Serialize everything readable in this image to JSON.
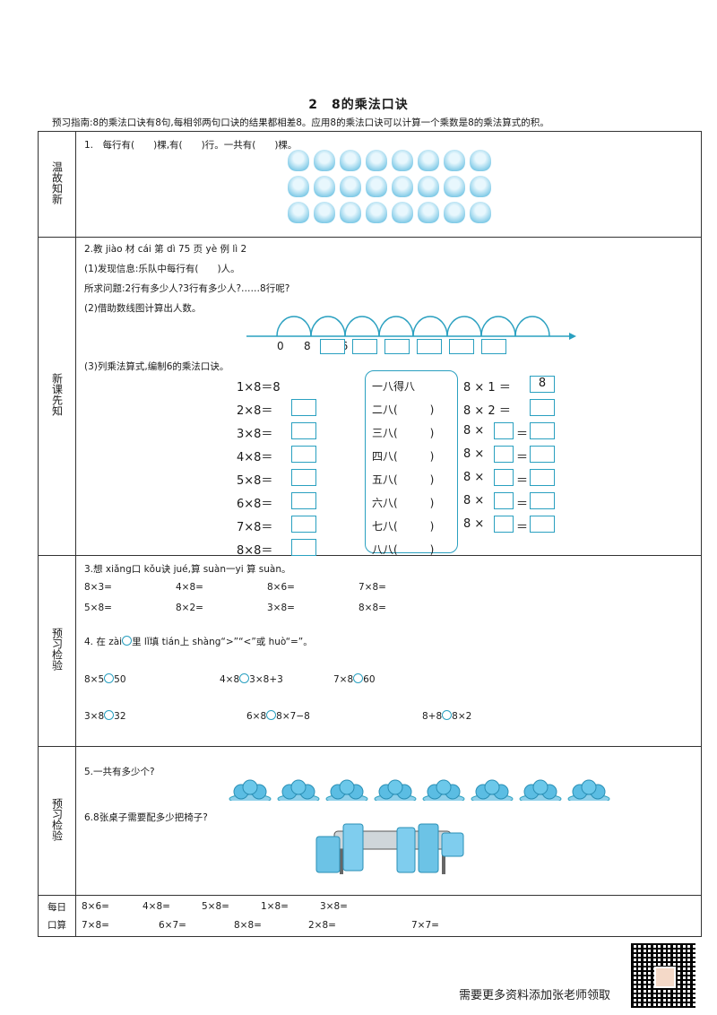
{
  "title": "2　8的乘法口诀",
  "guide": "预习指南:8的乘法口诀有8句,每相邻两句口诀的结果都相差8。应用8的乘法口诀可以计算一个乘数是8的乘法算式的积。",
  "sections": {
    "s1": "温故知新",
    "s2": "新课先知",
    "s3": "预习检验",
    "s4": "预习检验",
    "s5": "每日口算"
  },
  "q1": "1.　每行有(　　)棵,有(　　)行。一共有(　　)棵。",
  "q2": {
    "head": "2.教 jiào 材 cái 第 dì 75 页 yè 例 lì 2",
    "p1": "(1)发现信息:乐队中每行有(　　)人。",
    "p1b": "所求问题:2行有多少人?3行有多少人?……8行呢?",
    "p2": "(2)借助数线图计算出人数。",
    "nums": [
      "0",
      "8",
      "16"
    ],
    "p3": "(3)列乘法算式,编制6的乘法口诀。",
    "left_eqs": [
      "1×8＝8",
      "2×8＝",
      "3×8＝",
      "4×8＝",
      "5×8＝",
      "6×8＝",
      "7×8＝",
      "8×8＝"
    ],
    "koujue": [
      "一八得八",
      "二八(　　　)",
      "三八(　　　)",
      "四八(　　　)",
      "五八(　　　)",
      "六八(　　　)",
      "七八(　　　)",
      "八八(　　　)"
    ],
    "right_eqs": [
      "8 × 1 ＝",
      "8 × 2 ＝",
      "8 ×",
      "8 ×",
      "8 ×",
      "8 ×",
      "8 ×"
    ],
    "eq_eq": "＝",
    "first_answer": "8"
  },
  "q3": {
    "head": "3.想 xiǎng口 kǒu诀 jué,算 suàn一yi 算 suàn。",
    "row1": [
      "8×3=",
      "4×8=",
      "8×6=",
      "7×8="
    ],
    "row2": [
      "5×8=",
      "8×2=",
      "3×8=",
      "8×8="
    ]
  },
  "q4": {
    "head_a": "4. 在 zài",
    "head_b": "里 lǐ填 tián上 shàng“>”“<”或 huò“=”。",
    "items": [
      [
        "8×5",
        "50"
      ],
      [
        "4×8",
        "3×8+3"
      ],
      [
        "7×8",
        "60"
      ],
      [
        "3×8",
        "32"
      ],
      [
        "6×8",
        "8×7−8"
      ],
      [
        "8+8",
        "8×2"
      ]
    ]
  },
  "q5": "5.一共有多少个?",
  "q6": "6.8张桌子需要配多少把椅子?",
  "daily": {
    "row1": [
      "8×6=",
      "4×8=",
      "5×8=",
      "1×8=",
      "3×8="
    ],
    "row2": [
      "7×8=",
      "6×7=",
      "8×8=",
      "2×8=",
      "7×7="
    ]
  },
  "footer": "需要更多资料添加张老师领取",
  "colors": {
    "accent": "#2aa0c0",
    "light": "#8ed0ea"
  }
}
